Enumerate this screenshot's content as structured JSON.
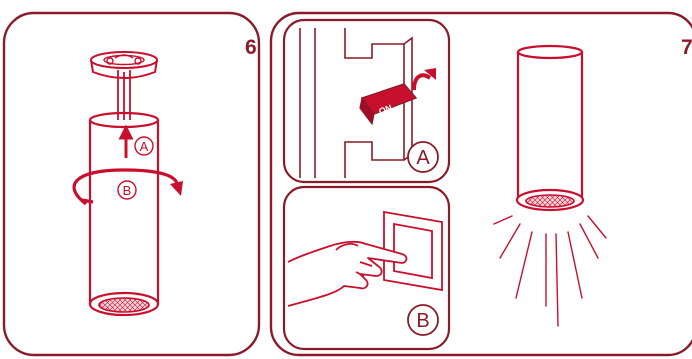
{
  "panel_left": {
    "step_number": "6",
    "arrow_up_label": "A",
    "rotate_label": "B"
  },
  "panel_right": {
    "step_number": "7",
    "switch_panel": {
      "switch_text": "ON",
      "badge": "A"
    },
    "wall_switch_panel": {
      "badge": "B"
    }
  },
  "colors": {
    "accent": "#c8102e",
    "border": "#8a1c2a",
    "tint": "#f4c2c8"
  }
}
